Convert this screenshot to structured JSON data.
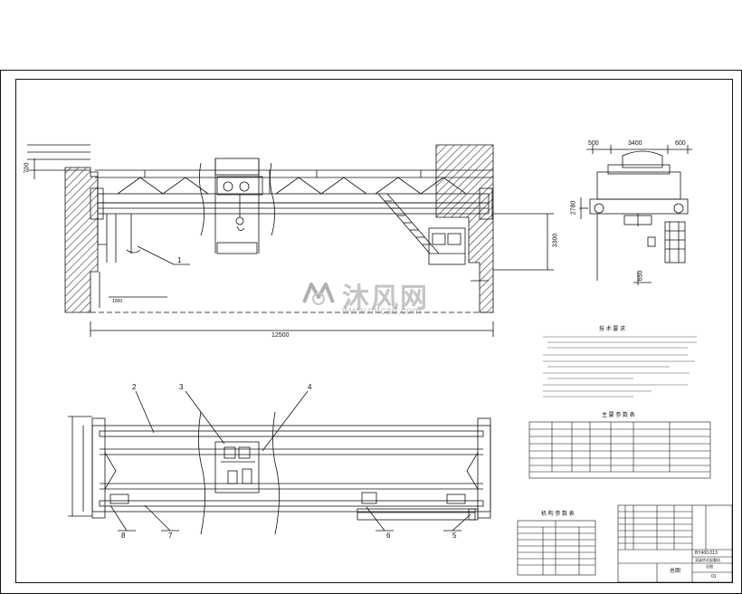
{
  "drawing": {
    "dims": {
      "span": "12500",
      "left_lbl": "1000",
      "height_top": "700",
      "hook_height": "3300",
      "side_w1": "500",
      "side_w2": "3400",
      "side_w3": "600",
      "side_h": "2780",
      "side_b": "650"
    },
    "callouts": [
      "1",
      "2",
      "3",
      "4",
      "5",
      "6",
      "7",
      "8"
    ],
    "tech_title": "技 术 要 求",
    "table_main_title": "主 要 参 数 表",
    "table_small_title": "机 构 参 数 表",
    "title_block": {
      "drawing_no": "BY400.013",
      "name_line1": "双梁桥式起重机",
      "name_line2": "总图",
      "scale": "01",
      "drawn": "总图"
    }
  },
  "watermark": {
    "cn": "沐风网",
    "url": "www.mfcad.com"
  },
  "colors": {
    "line": "#111111",
    "hatch": "#333333",
    "watermark": "#9a9a9a"
  }
}
